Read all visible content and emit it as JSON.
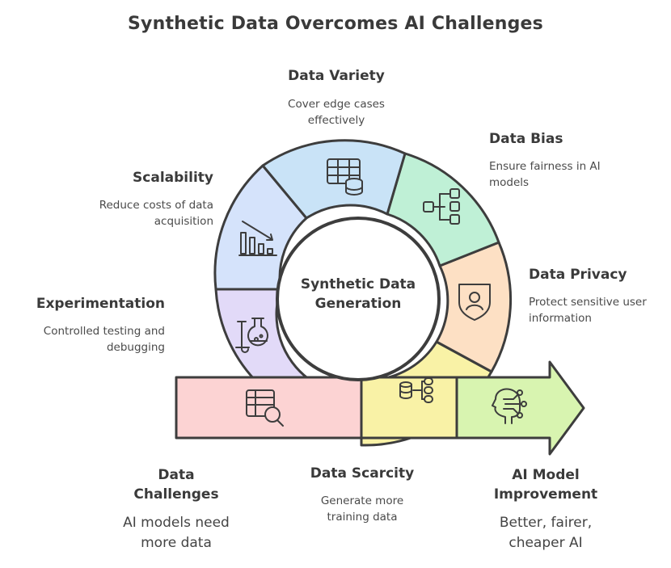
{
  "title": "Synthetic Data Overcomes AI Challenges",
  "center": {
    "line1": "Synthetic Data",
    "line2": "Generation"
  },
  "segments": [
    {
      "id": "data-variety",
      "title": "Data Variety",
      "desc": [
        "Cover edge cases",
        "effectively"
      ],
      "color": "#c9e3f7",
      "icon": "database-table-icon"
    },
    {
      "id": "data-bias",
      "title": "Data Bias",
      "desc": [
        "Ensure fairness in AI",
        "models"
      ],
      "color": "#bff0d6",
      "icon": "flow-diagram-icon"
    },
    {
      "id": "data-privacy",
      "title": "Data Privacy",
      "desc": [
        "Protect sensitive user",
        "information"
      ],
      "color": "#fde0c4",
      "icon": "shield-user-icon"
    },
    {
      "id": "scalability",
      "title": "Scalability",
      "desc": [
        "Reduce costs of data",
        "acquisition"
      ],
      "color": "#d5e3fb",
      "icon": "declining-bar-chart-icon"
    },
    {
      "id": "experimentation",
      "title": "Experimentation",
      "desc": [
        "Controlled testing and",
        "debugging"
      ],
      "color": "#e2daf8",
      "icon": "lab-flask-icon"
    },
    {
      "id": "data-scarcity",
      "title": "Data Scarcity",
      "desc": [
        "Generate more",
        "training data"
      ],
      "color": "#f9f2a6",
      "icon": "data-flow-icon"
    }
  ],
  "arrow": {
    "left": {
      "title": [
        "Data",
        "Challenges"
      ],
      "desc": [
        "AI models need",
        "more data"
      ],
      "color": "#fcd3d3",
      "icon": "table-search-icon"
    },
    "right": {
      "title": [
        "AI Model",
        "Improvement"
      ],
      "desc": [
        "Better, fairer,",
        "cheaper AI"
      ],
      "color": "#d8f4b0",
      "icon": "ai-head-icon"
    }
  }
}
